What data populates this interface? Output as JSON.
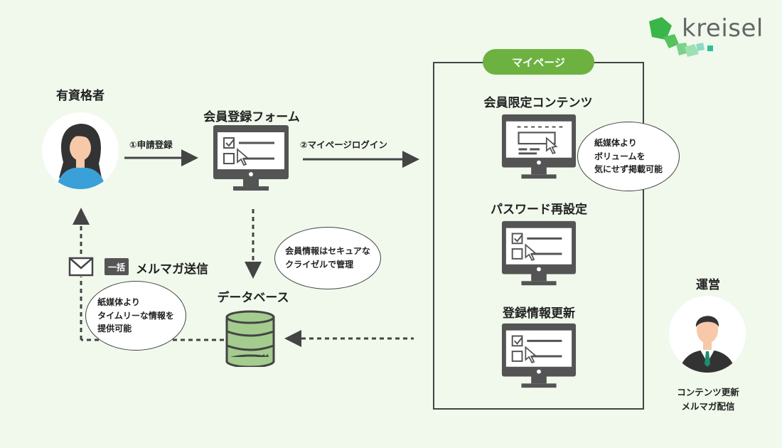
{
  "logo": {
    "text": "kreisel",
    "brand_color": "#3ab54a"
  },
  "actors": {
    "applicant": {
      "label": "有資格者"
    },
    "operator": {
      "label": "運営",
      "duties": [
        "コンテンツ更新",
        "メルマガ配信"
      ]
    }
  },
  "form": {
    "label": "会員登録フォーム"
  },
  "arrows": {
    "register": "①申請登録",
    "login": "②マイページログイン"
  },
  "database": {
    "label": "データベース"
  },
  "newsletter": {
    "badge": "一括",
    "label": "メルマガ送信",
    "icon": "mail-icon"
  },
  "mypage": {
    "title": "マイページ",
    "sections": [
      {
        "label": "会員限定コンテンツ"
      },
      {
        "label": "パスワード再設定"
      },
      {
        "label": "登録情報更新"
      }
    ]
  },
  "bubbles": {
    "secure": [
      "会員情報はセキュアな",
      "クライゼルで管理"
    ],
    "content": [
      "紙媒体より",
      "ボリュームを",
      "気にせず掲載可能"
    ],
    "mail": [
      "紙媒体より",
      "タイムリーな情報を",
      "提供可能"
    ]
  },
  "colors": {
    "accent": "#6db240",
    "dark": "#4a4a4a",
    "monitor": "#545454",
    "db": "#a3cc8e",
    "background": "#f0f9ec"
  }
}
